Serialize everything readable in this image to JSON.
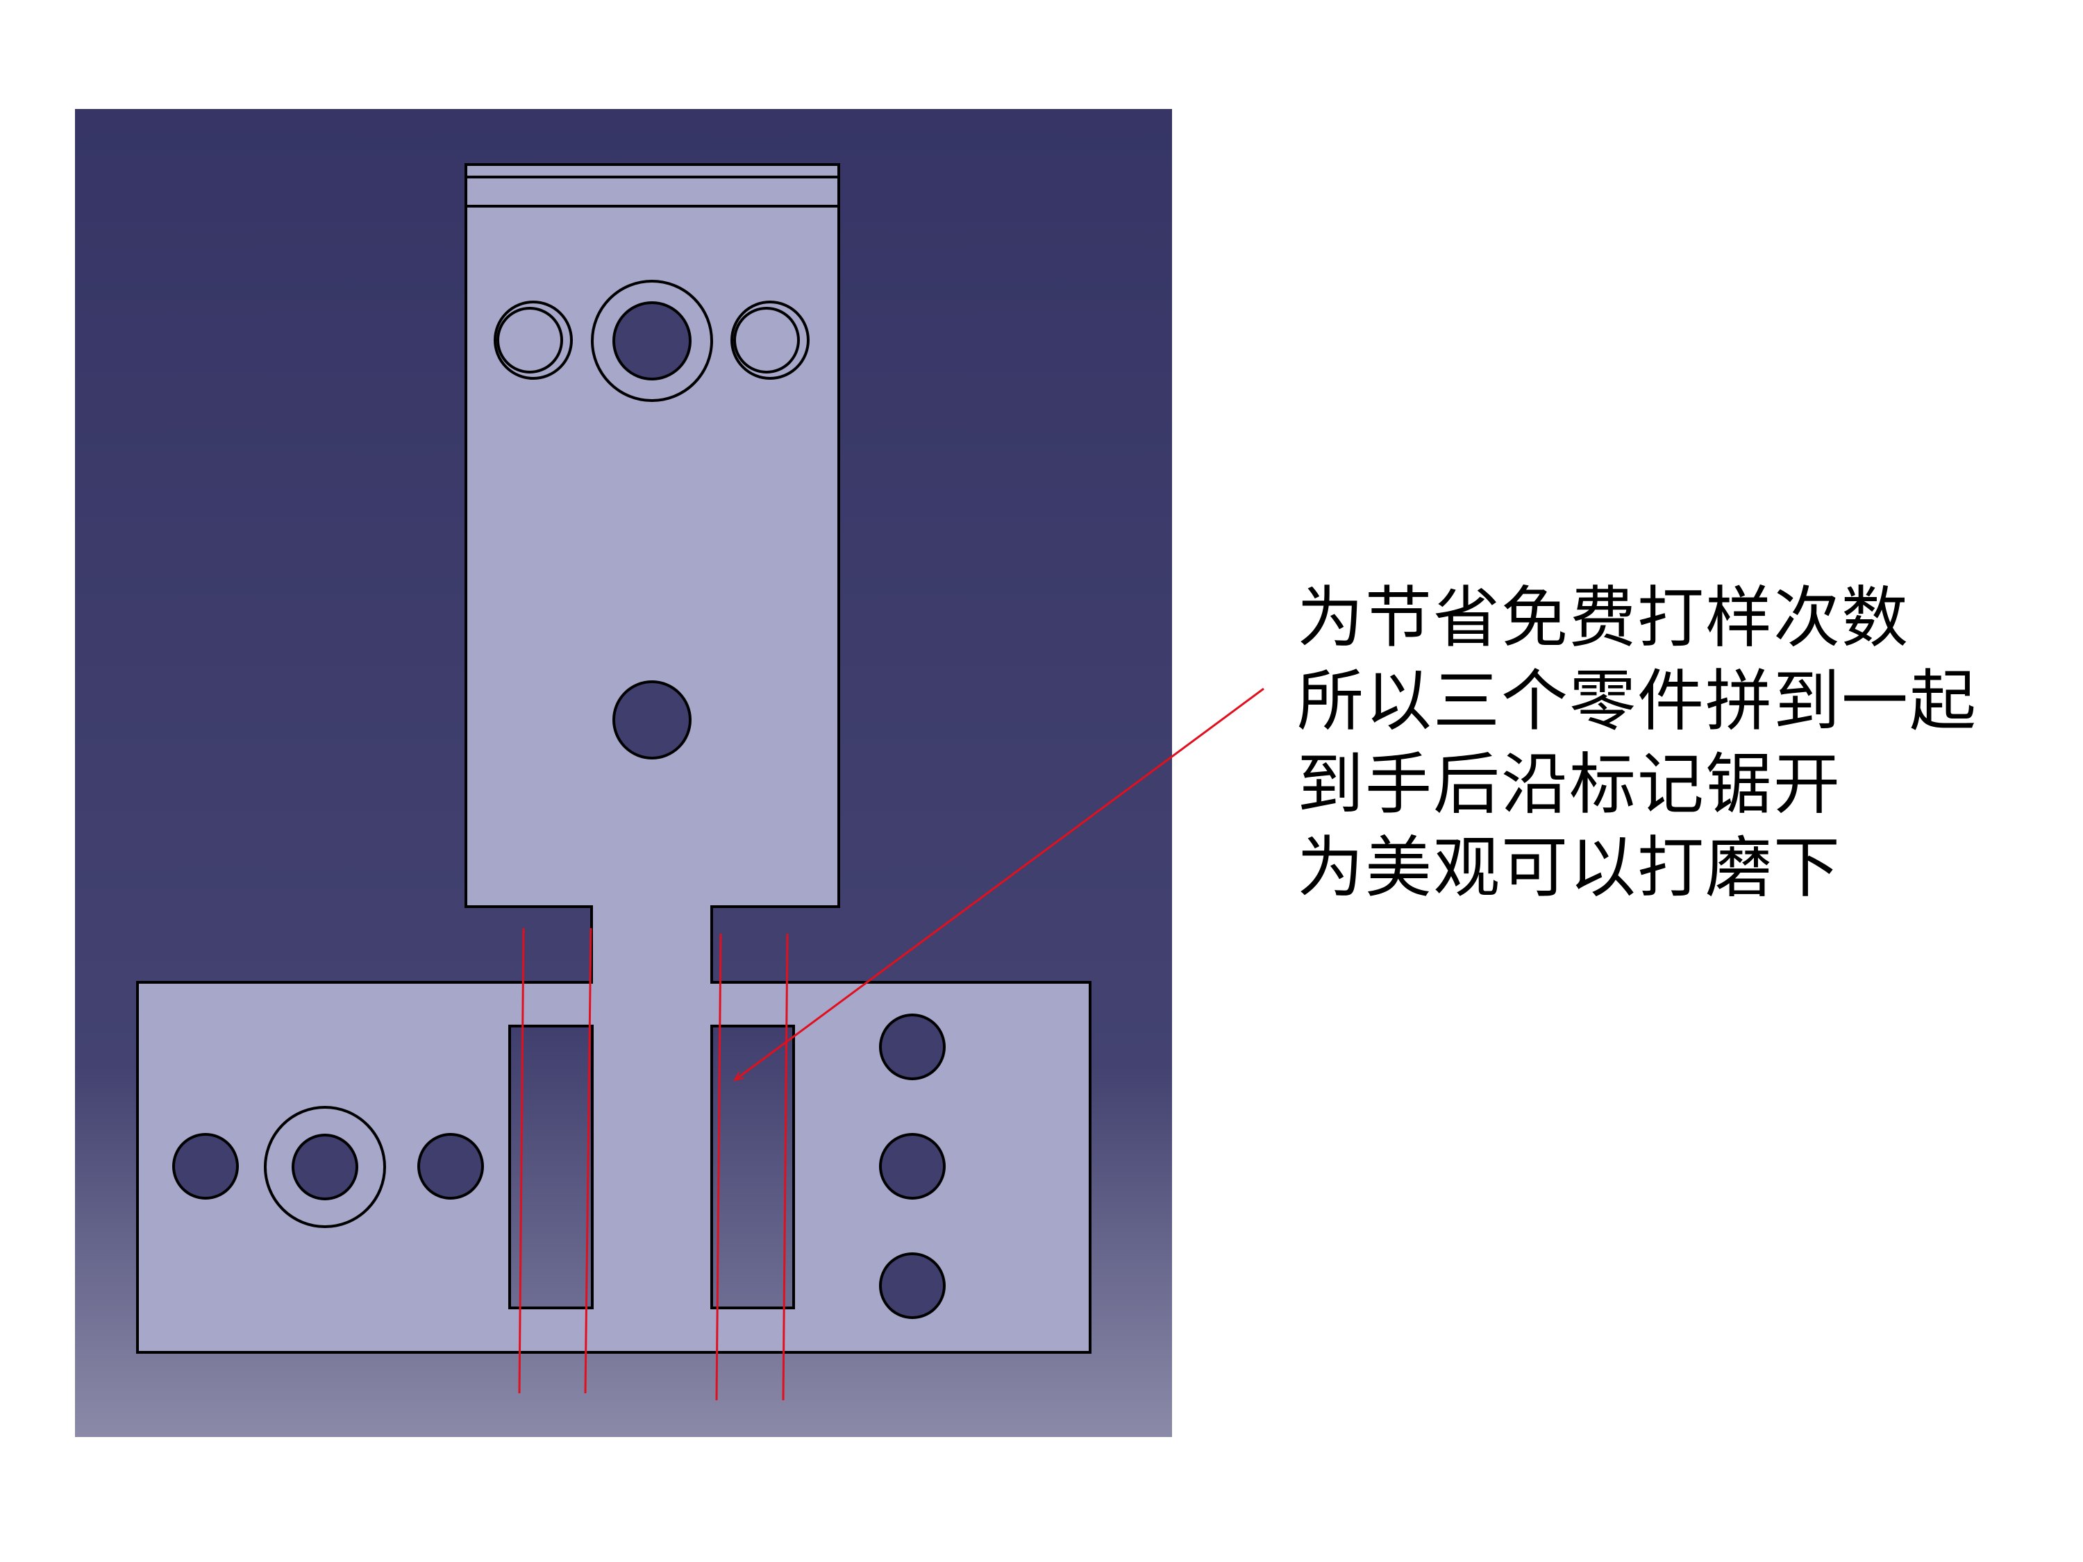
{
  "annotation": {
    "lines": [
      "为节省免费打样次数",
      "所以三个零件拼到一起",
      "到手后沿标记锯开",
      "为美观可以打磨下"
    ]
  },
  "colors": {
    "background_top": "#363565",
    "background_bottom": "#8b8aa8",
    "part_fill": "#a7a7c9",
    "hole_fill": "#3f3e6d",
    "outline": "#000000",
    "cut_mark": "#e0101e"
  }
}
